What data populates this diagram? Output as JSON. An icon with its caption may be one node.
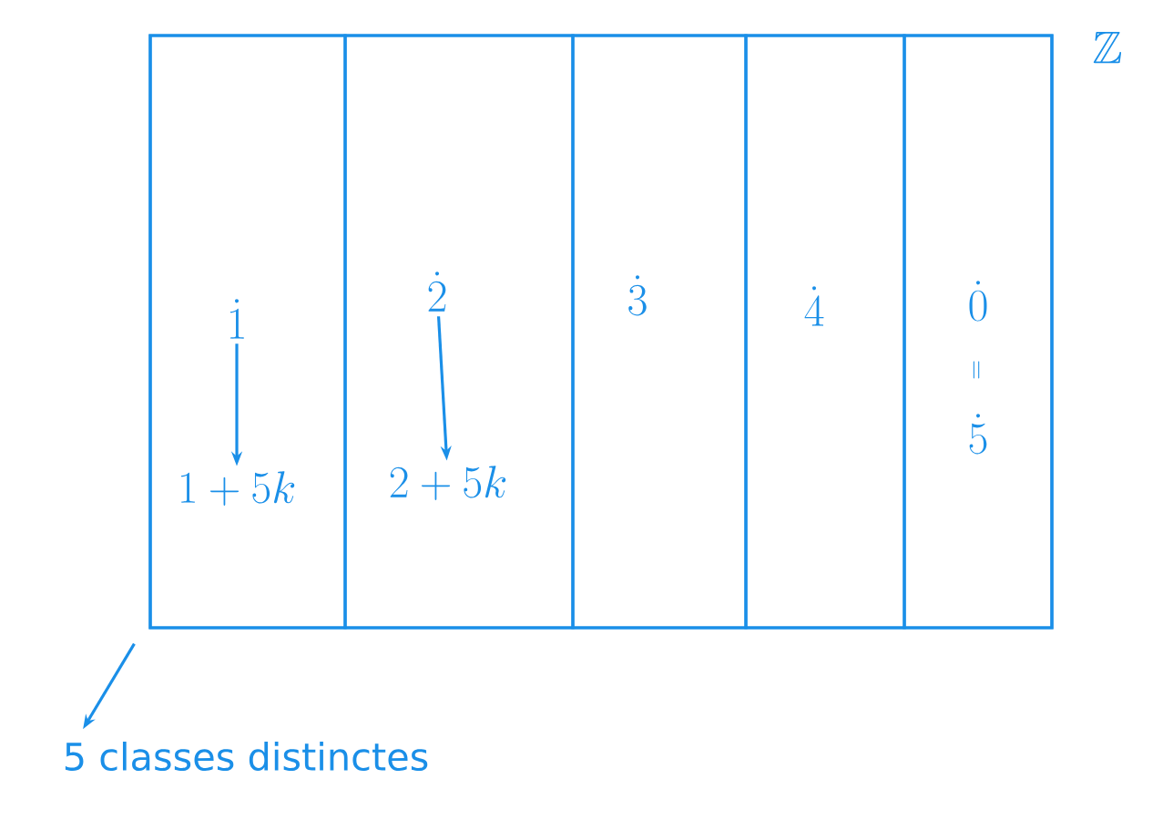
{
  "diagram": {
    "nodes": [
      {
        "text": [
          "\\mathbb{Z}"
        ]
      },
      {
        "text": [],
        "shape": "box",
        "in": 0
      },
      {
        "text": [],
        "shape": "box",
        "in": 0
      },
      {
        "text": [],
        "shape": "box",
        "in": 0
      },
      {
        "text": [],
        "shape": "box",
        "in": 0
      },
      {
        "text": [],
        "shape": "box",
        "in": 0
      },
      {
        "text": [
          "\\dot{1}"
        ],
        "in": 1
      },
      {
        "text": [
          "1+5k"
        ],
        "in": 1
      },
      {
        "text": [
          "\\dot{2}"
        ],
        "in": 2
      },
      {
        "text": [
          "2+5k"
        ],
        "in": 2
      },
      {
        "text": [
          "\\dot{3}"
        ],
        "in": 3
      },
      {
        "text": [
          "\\dot{4}"
        ],
        "in": 4
      },
      {
        "text": [
          "\\dot{0}"
        ],
        "in": 5
      },
      {
        "text": [
          "\\dot{5}"
        ],
        "in": 5
      },
      {
        "text": [
          "5 classes distinctes"
        ]
      }
    ],
    "edges": [
      {
        "from": 6,
        "to": 7,
        "arrow": "to"
      },
      {
        "from": 8,
        "to": 9,
        "arrow": "to"
      },
      {
        "from": 0,
        "to": 14,
        "arrow": "to"
      }
    ],
    "labels": [
      "="
    ]
  }
}
